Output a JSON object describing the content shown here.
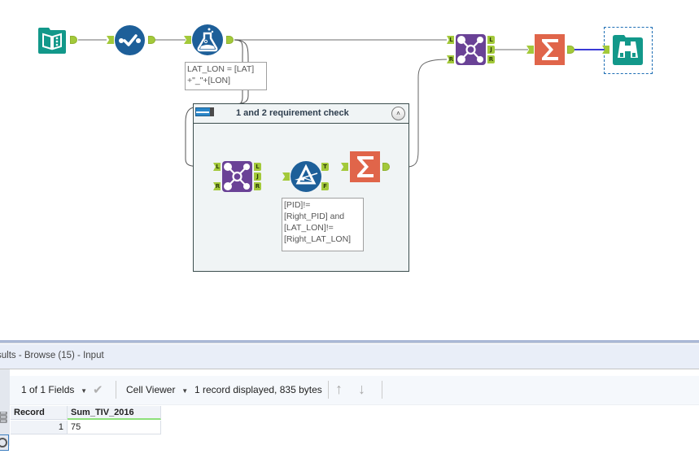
{
  "canvas": {
    "tools": [
      {
        "id": "input",
        "name": "Input Data",
        "icon": "book-icon",
        "color": "#12988a"
      },
      {
        "id": "select",
        "name": "Select",
        "icon": "checkmark-icon",
        "color": "#1d5f99"
      },
      {
        "id": "formula",
        "name": "Formula",
        "icon": "flask-icon",
        "color": "#1d5f99"
      },
      {
        "id": "join-top",
        "name": "Join",
        "icon": "join-icon",
        "color": "#6a4296"
      },
      {
        "id": "summarize-top",
        "name": "Summarize",
        "icon": "sigma-icon",
        "color": "#e0654a"
      },
      {
        "id": "browse",
        "name": "Browse",
        "icon": "binoculars-icon",
        "color": "#12988a"
      },
      {
        "id": "join-inner",
        "name": "Join",
        "icon": "join-icon",
        "color": "#6a4296"
      },
      {
        "id": "filter",
        "name": "Filter",
        "icon": "filter-icon",
        "color": "#1d5f99"
      },
      {
        "id": "summarize-inner",
        "name": "Summarize",
        "icon": "sigma-icon",
        "color": "#e0654a"
      }
    ],
    "anchor_labels": {
      "left": "L",
      "right": "R",
      "join": "J",
      "true": "T",
      "false": "F"
    },
    "formula_annotation": [
      "LAT_LON = [LAT]",
      "+\"_\"+[LON]"
    ],
    "filter_annotation": [
      "[PID]!=",
      "[Right_PID] and",
      "[LAT_LON]!=",
      "[Right_LAT_LON]"
    ],
    "container": {
      "title": "1 and 2 requirement check",
      "collapse_icon": "chevron-up-icon"
    }
  },
  "colors": {
    "anchor": "#a3c93a",
    "selected_wire": "#3a3ad6",
    "wire": "#7a7a7a"
  },
  "results": {
    "title": "sults - Browse (15) - Input",
    "fields_label": "1 of 1 Fields",
    "cell_viewer_label": "Cell Viewer",
    "status": "1 record displayed, 835 bytes",
    "columns": [
      "Record",
      "Sum_TIV_2016"
    ],
    "rows": [
      [
        "1",
        "75"
      ]
    ]
  }
}
